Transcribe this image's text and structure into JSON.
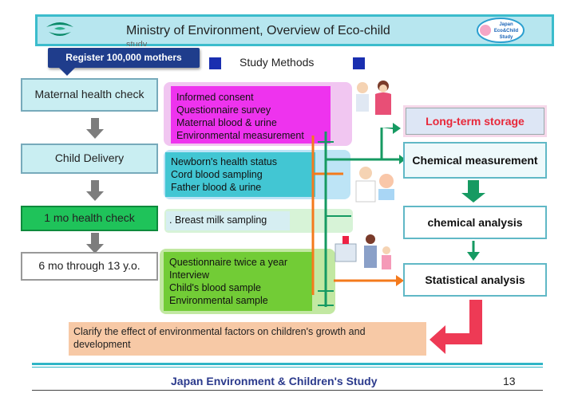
{
  "header": {
    "title": "Ministry of Environment, Overview of Eco-child",
    "title_overflow": "study",
    "badge_lines": [
      "Japan",
      "Eco&Child",
      "Study"
    ]
  },
  "register_label": "Register 100,000 mothers",
  "methods_label": "Study Methods",
  "stages": [
    {
      "label": "Maternal health check",
      "color": "#c9eef2"
    },
    {
      "label": "Child Delivery",
      "color": "#c9eef2"
    },
    {
      "label": "1 mo health check",
      "color": "#1fc35a"
    },
    {
      "label": "6 mo through 13 y.o.",
      "color": "#ffffff"
    }
  ],
  "blocks": {
    "prenatal": [
      "Informed consent",
      "Questionnaire survey",
      "Maternal blood & urine",
      "Environmental measurement"
    ],
    "delivery": [
      "Newborn's health status",
      "Cord blood sampling",
      "Father blood & urine"
    ],
    "one_month": [
      ". Breast milk sampling"
    ],
    "followup": [
      "Questionnaire twice a year",
      "Interview",
      "Child's blood sample",
      "Environmental sample"
    ]
  },
  "outputs": {
    "storage": "Long-term storage",
    "chemical_measurement": "Chemical measurement",
    "chemical_analysis": "chemical analysis",
    "statistical_analysis": "Statistical analysis"
  },
  "clarify_text": "Clarify the effect of environmental factors on children's growth and development",
  "footer": {
    "title": "Japan Environment & Children's Study",
    "page": "13"
  },
  "colors": {
    "header_bg": "#b7e6ef",
    "register_bg": "#1f3d8c",
    "arrow_green": "#169a62",
    "arrow_orange": "#f47a1c",
    "arrow_red": "#ee3a55",
    "storage_text": "#e8283a"
  }
}
